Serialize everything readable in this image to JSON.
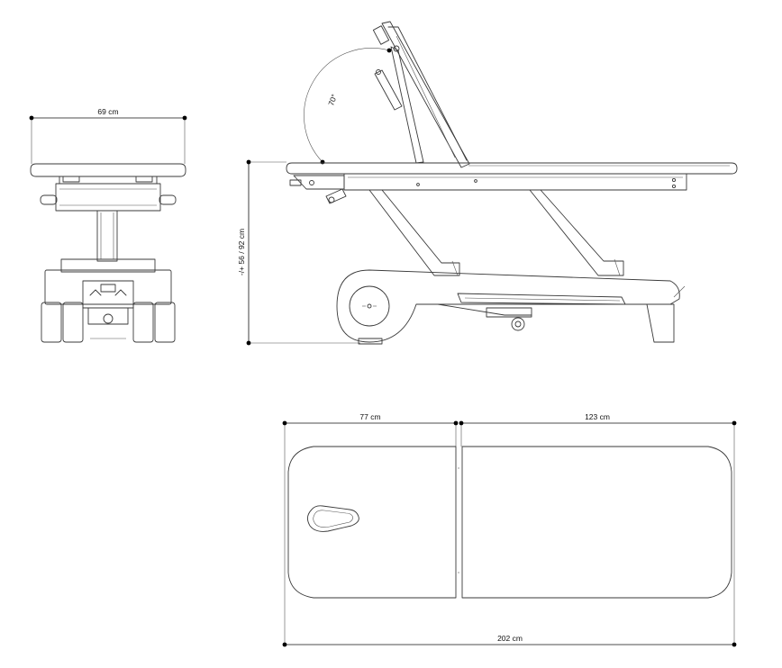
{
  "dimensions": {
    "front_width": "69 cm",
    "side_height": "-/+ 56 / 92 cm",
    "backrest_angle": "70°",
    "top_head_section": "77 cm",
    "top_body_section": "123 cm",
    "top_total_length": "202 cm"
  }
}
